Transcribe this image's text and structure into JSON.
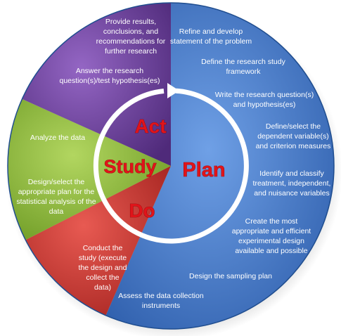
{
  "phases": {
    "plan": "Plan",
    "do": "Do",
    "study": "Study",
    "act": "Act"
  },
  "segments": {
    "plan": [
      "Refine and develop",
      "statement of the problem",
      "Define the research study",
      "framework",
      "Write the research question(s)",
      "and hypothesis(es)",
      "Define/select the",
      "dependent variable(s)",
      "and criterion measures",
      "Identify and classify",
      "treatment, independent,",
      "and nuisance variables",
      "Create the most",
      "appropriate and efficient",
      "experimental design",
      "available and possible",
      "Design the sampling plan",
      "Assess the data collection",
      "instruments"
    ],
    "do": [
      "Conduct the",
      "study (execute",
      "the design and",
      "collect the",
      "data)"
    ],
    "study": [
      "Analyze the data",
      "Design/select the",
      "appropriate plan for the",
      "statistical analysis of the",
      "data"
    ],
    "act": [
      "Provide results,",
      "conclusions, and",
      "recommendations for",
      "further research",
      "Answer the research",
      "question(s)/test hypothesis(es)"
    ]
  },
  "colors": {
    "plan": "#3f78c8",
    "do": "#c83530",
    "study": "#8ab23a",
    "act": "#6a3d97",
    "phase_text": "#e0141a",
    "ring": "#ffffff"
  }
}
